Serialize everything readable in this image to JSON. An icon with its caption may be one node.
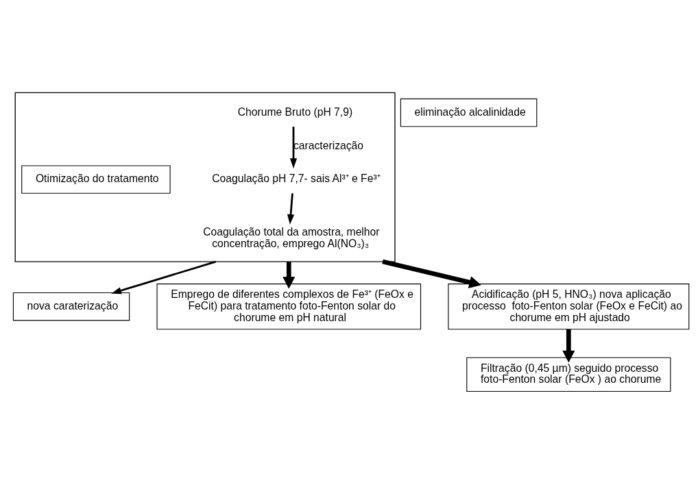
{
  "diagram": {
    "nodes": [
      {
        "text": [],
        "shape": "box"
      },
      {
        "text": [
          "Chorume Bruto (pH 7,9)"
        ],
        "in": 0
      },
      {
        "text": [
          "Coagulação pH 7,7- sais Al³⁺ e Fe³⁺"
        ],
        "in": 0
      },
      {
        "text": [
          "Otimização do tratamento"
        ],
        "in": 0
      },
      {
        "text": [
          "Coagulação total da amostra, melhor concentração, emprego Al(NO₃)₃"
        ],
        "in": 0
      },
      {
        "text": [
          "nova caraterização"
        ]
      },
      {
        "text": [
          "Emprego de diferentes complexos de Fe³⁺ (FeOx e FeCit) para tratamento foto-Fenton solar do chorume em pH natural"
        ]
      },
      {
        "text": [
          "eliminação alcalinidade"
        ]
      },
      {
        "text": [
          "Acidificação (pH 5, HNO₃) nova aplicação processo  foto-Fenton solar (FeOx e FeCit) ao chorume em pH ajustado"
        ]
      },
      {
        "text": [
          "Filtração (0,45 µm) seguido processo  foto-Fenton solar (FeOx ) ao chorume"
        ]
      }
    ],
    "edges": [
      {
        "from": 1,
        "to": 2,
        "arrow": "to",
        "label": "caracterização"
      },
      {
        "from": 2,
        "to": 4,
        "arrow": "to"
      },
      {
        "from": 0,
        "to": 5,
        "arrow": "to"
      },
      {
        "from": 0,
        "to": 6,
        "arrow": "to",
        "style": "thick"
      },
      {
        "from": 0,
        "to": 8,
        "arrow": "to",
        "style": "thick"
      },
      {
        "from": 8,
        "to": 9,
        "arrow": "to",
        "style": "thick"
      }
    ]
  }
}
